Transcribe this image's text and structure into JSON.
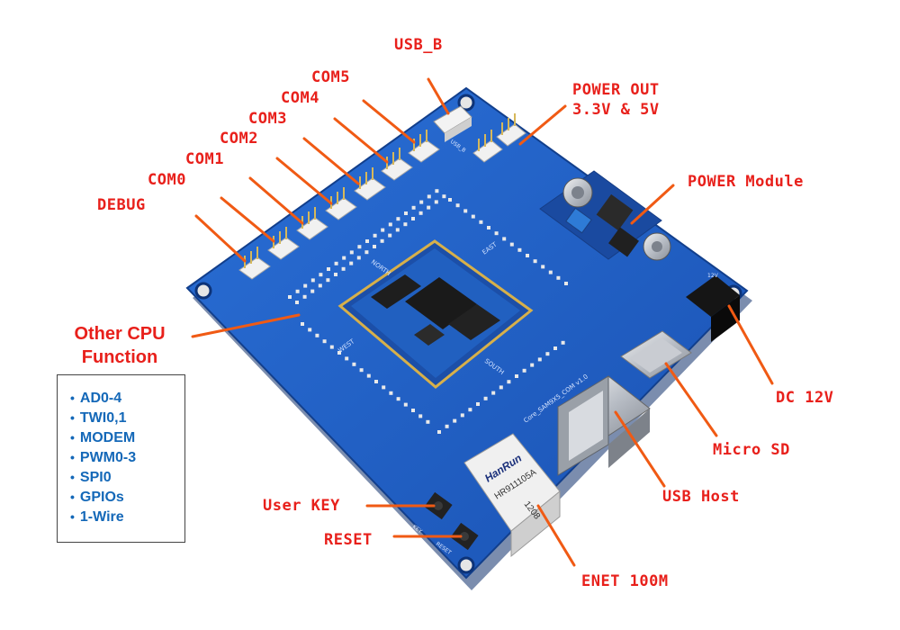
{
  "title": "",
  "callouts": {
    "usb_b": "USB_B",
    "power_out_line1": "POWER OUT",
    "power_out_line2": "3.3V & 5V",
    "com5": "COM5",
    "com4": "COM4",
    "com3": "COM3",
    "com2": "COM2",
    "com1": "COM1",
    "com0": "COM0",
    "debug": "DEBUG",
    "power_module": "POWER Module",
    "other_cpu_line1": "Other CPU",
    "other_cpu_line2": "Function",
    "dc_12v": "DC 12V",
    "micro_sd": "Micro SD",
    "usb_host": "USB Host",
    "user_key": "User KEY",
    "reset": "RESET",
    "enet": "ENET 100M"
  },
  "cpu_functions": [
    "AD0-4",
    "TWI0,1",
    "MODEM",
    "PWM0-3",
    "SPI0",
    "GPIOs",
    "1-Wire"
  ],
  "board": {
    "silkscreen": {
      "north": "NORTH",
      "east": "EAST",
      "south": "SOUTH",
      "west": "WEST",
      "board_name": "Core_SAM9X5_COM v1.0",
      "usb_b_label": "USB_B",
      "key_label": "KEY",
      "reset_label": "RESET",
      "dc_label": "12V"
    },
    "rj45": {
      "brand": "HanRun",
      "model": "HR911105A",
      "date": "1208"
    }
  },
  "colors": {
    "callout": "#e8201b",
    "board": "#1f5fc4",
    "board_edge": "#14408e",
    "cpu_list": "#1468b8"
  }
}
